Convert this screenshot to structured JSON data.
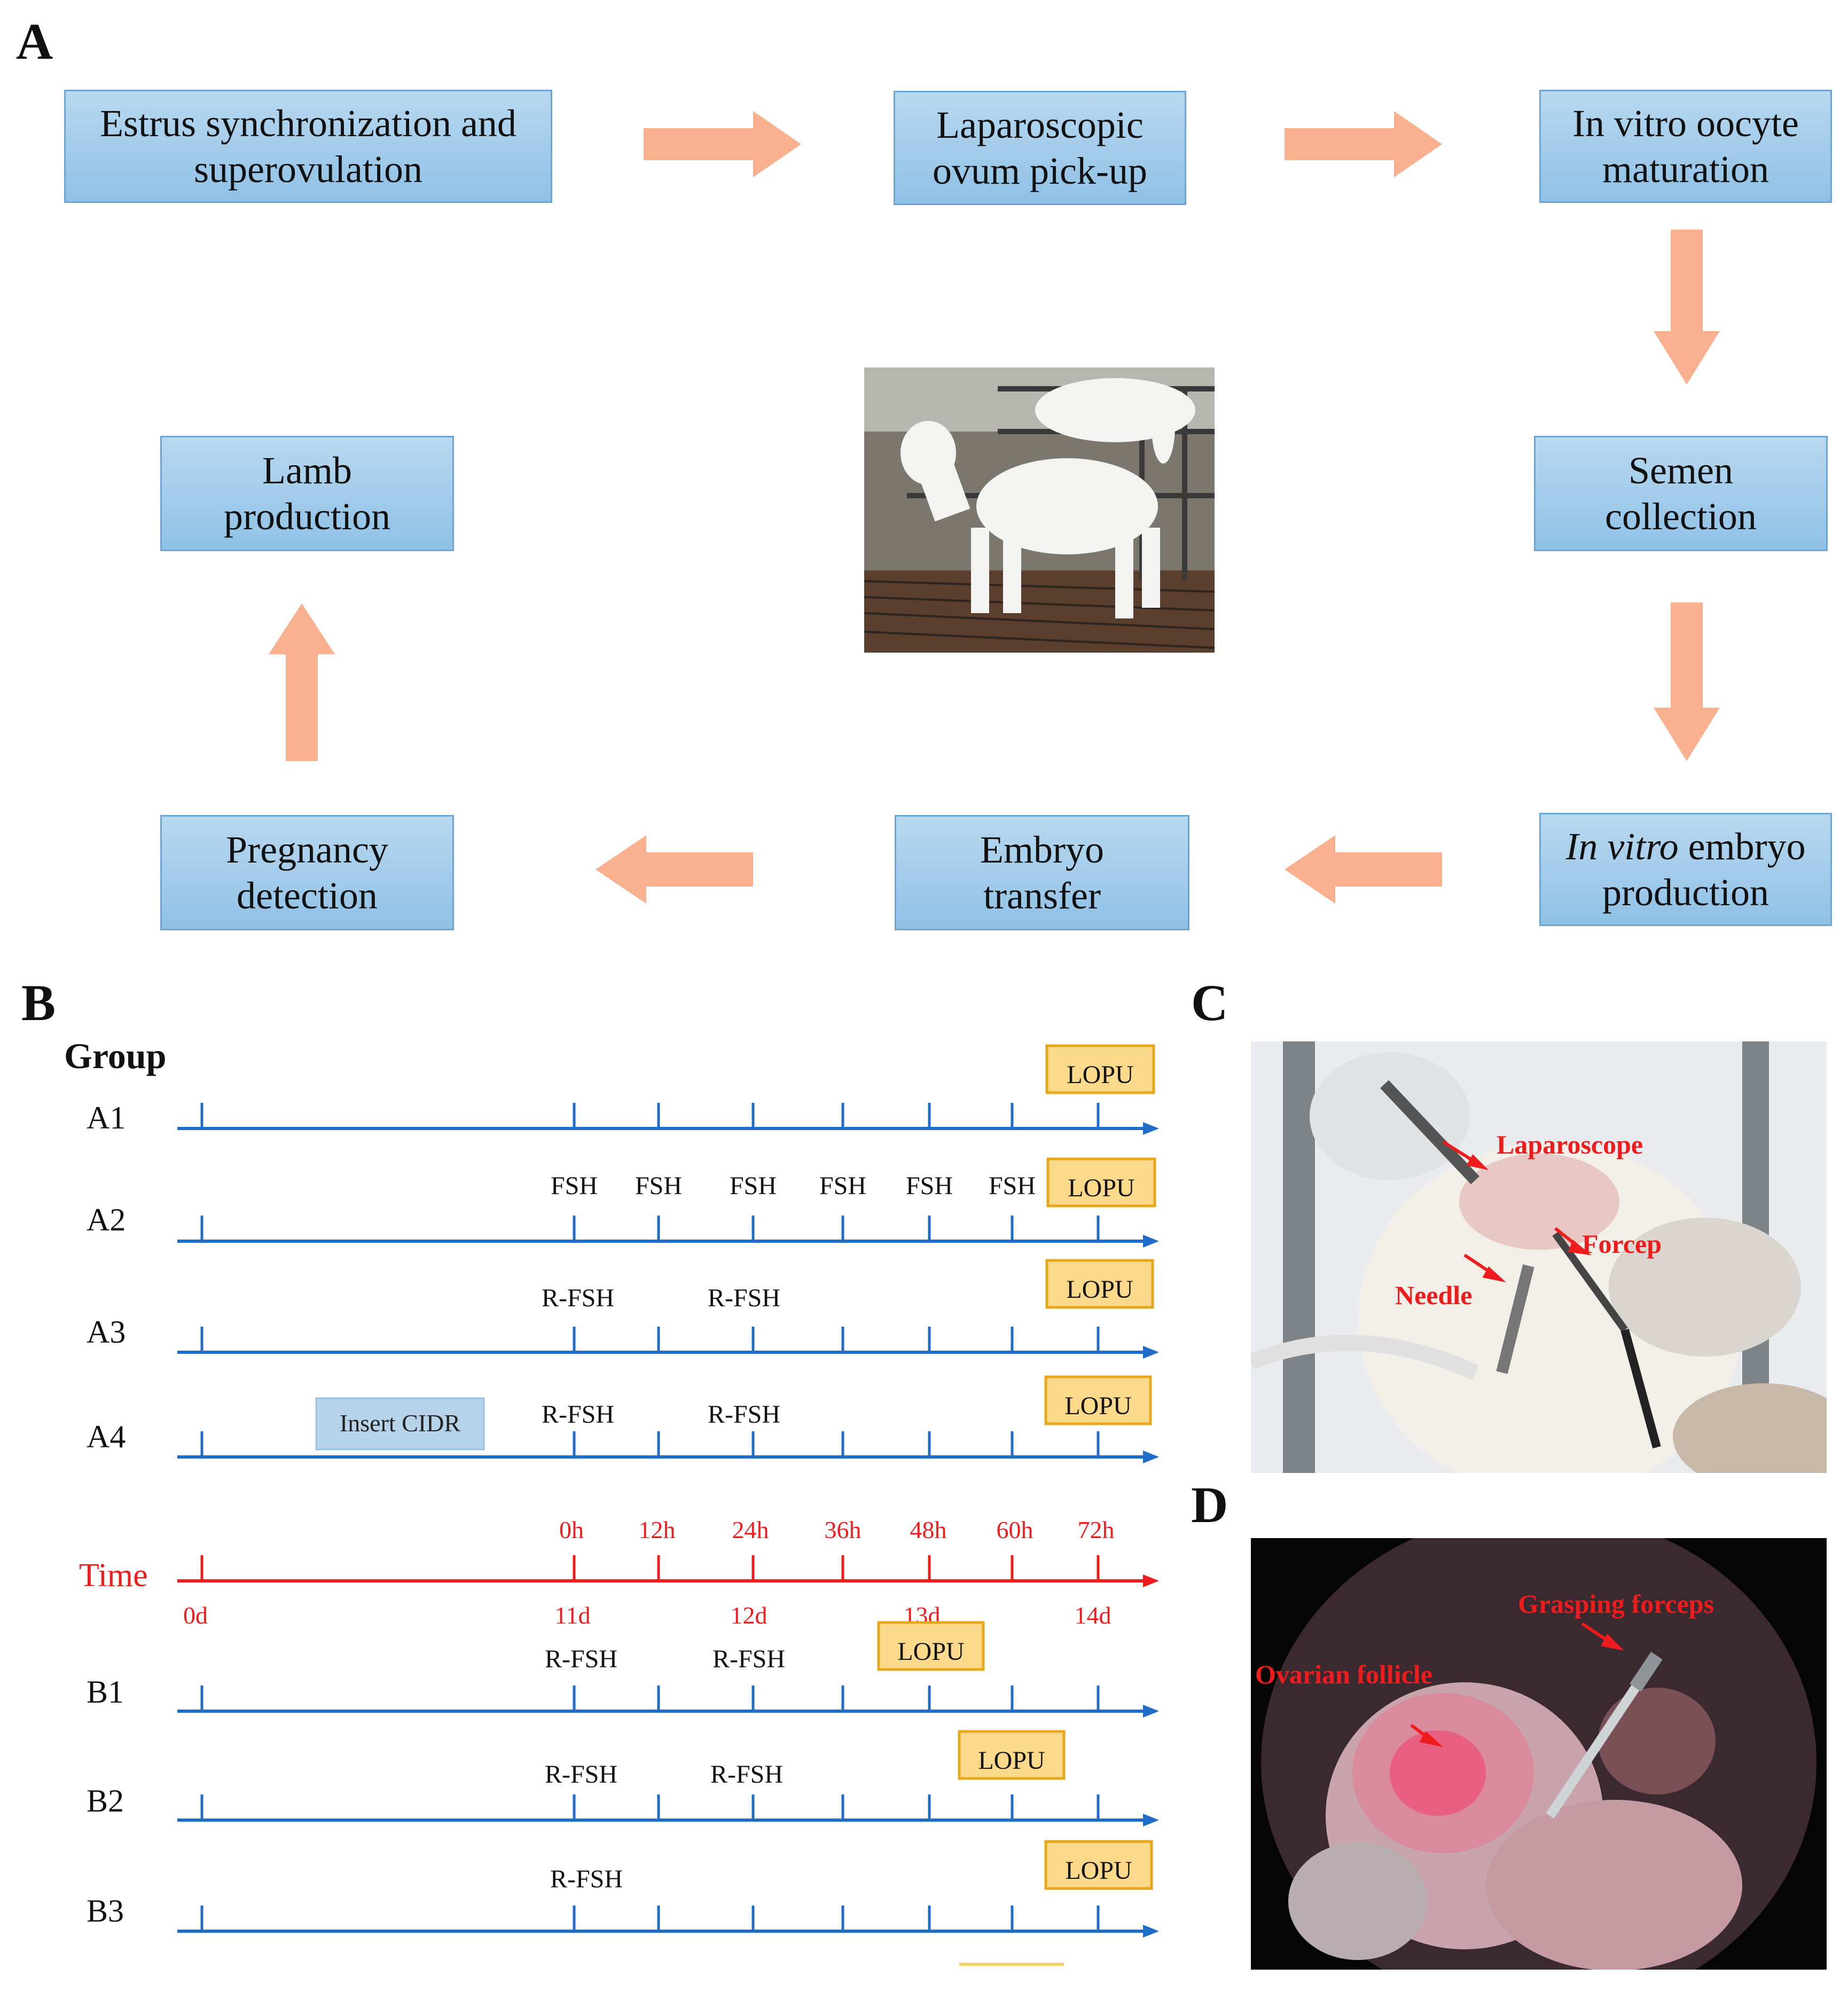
{
  "panels": {
    "a": "A",
    "b": "B",
    "c": "C",
    "d": "D"
  },
  "flow": {
    "estrus": [
      "Estrus synchronization and",
      "superovulation"
    ],
    "lopu": [
      "Laparoscopic",
      "ovum pick-up"
    ],
    "ivm": [
      "In vitro oocyte",
      "maturation"
    ],
    "semen": [
      "Semen",
      "collection"
    ],
    "ivp_italic": "In vitro",
    "ivp_rest": " embryo",
    "ivp_line2": "production",
    "embryo": [
      "Embryo",
      "transfer"
    ],
    "pregnancy": [
      "Pregnancy",
      "detection"
    ],
    "lamb": [
      "Lamb",
      "production"
    ]
  },
  "colors": {
    "box": "#9fcbea",
    "arrow": "#f9b08f",
    "axis_blue": "#1f6dc9",
    "time_red": "#ee1c1c",
    "lopu_fill": "#fbd98a"
  },
  "timeline": {
    "group_heading": "Group",
    "time_label": "Time",
    "hour_ticks": [
      "0h",
      "12h",
      "24h",
      "36h",
      "48h",
      "60h",
      "72h"
    ],
    "day_ticks": [
      "0d",
      "11d",
      "12d",
      "13d",
      "14d"
    ],
    "lopu": "LOPU",
    "fsh": "FSH",
    "rfsh": "R-FSH",
    "cidr": "Insert CIDR",
    "groups_a": [
      "A1",
      "A2",
      "A3",
      "A4"
    ],
    "groups_b": [
      "B1",
      "B2",
      "B3"
    ]
  },
  "photo_c": {
    "laparoscope": "Laparoscope",
    "forcep": "Forcep",
    "needle": "Needle"
  },
  "photo_d": {
    "grasping": "Grasping forceps",
    "follicle": "Ovarian follicle"
  }
}
